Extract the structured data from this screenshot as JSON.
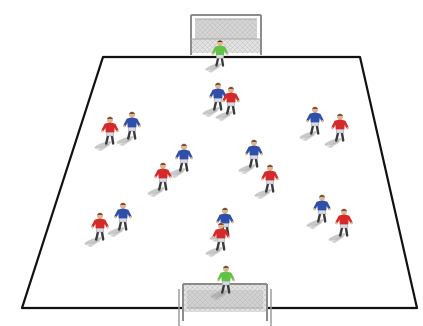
{
  "colors": {
    "background": "#ffffff",
    "pitch_fill": "#ffffff",
    "pitch_line": "#111111",
    "goal_frame": "#9a9a9a",
    "goal_net": "#d4d4d4",
    "blue_team": "#2f4fa8",
    "red_team": "#d42a2a",
    "goalkeeper": "#62c248",
    "shorts": "#d9d9e6",
    "skin": "#e0b48c",
    "shadow": "#9a9a9a"
  },
  "icons": {
    "goal": "futsal-goal-icon",
    "player_blue": "blue-player-icon",
    "player_red": "red-player-icon",
    "goalkeeper": "goalkeeper-icon"
  },
  "counts": {
    "blue_players": 8,
    "red_players": 8,
    "goalkeepers": 2,
    "goals": 2
  }
}
